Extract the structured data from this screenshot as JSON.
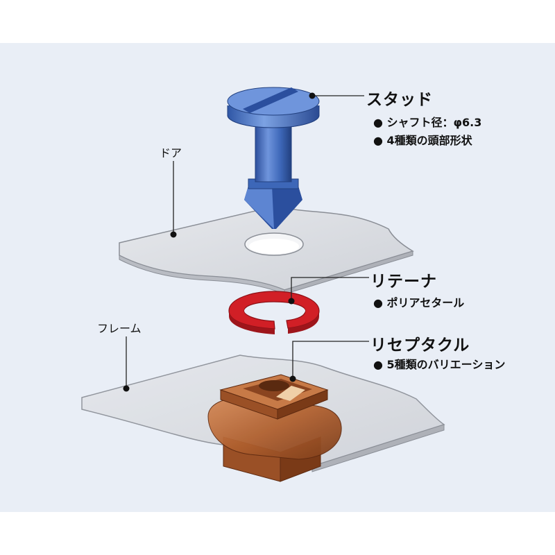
{
  "labels": {
    "stud": {
      "title": "スタッド",
      "notes": [
        "● シャフト径：φ6.3",
        "● 4種類の頭部形状"
      ]
    },
    "door": "ドア",
    "retainer": {
      "title": "リテーナ",
      "notes": [
        "● ポリアセタール"
      ]
    },
    "frame": "フレーム",
    "receptacle": {
      "title": "リセプタクル",
      "notes": [
        "● 5種類のバリエーション"
      ]
    }
  },
  "colors": {
    "background": "#e9eef6",
    "stud": "#3d67b8",
    "retainer": "#d11f26",
    "receptacle": "#b8683a",
    "plate": "#d9dbe0"
  }
}
